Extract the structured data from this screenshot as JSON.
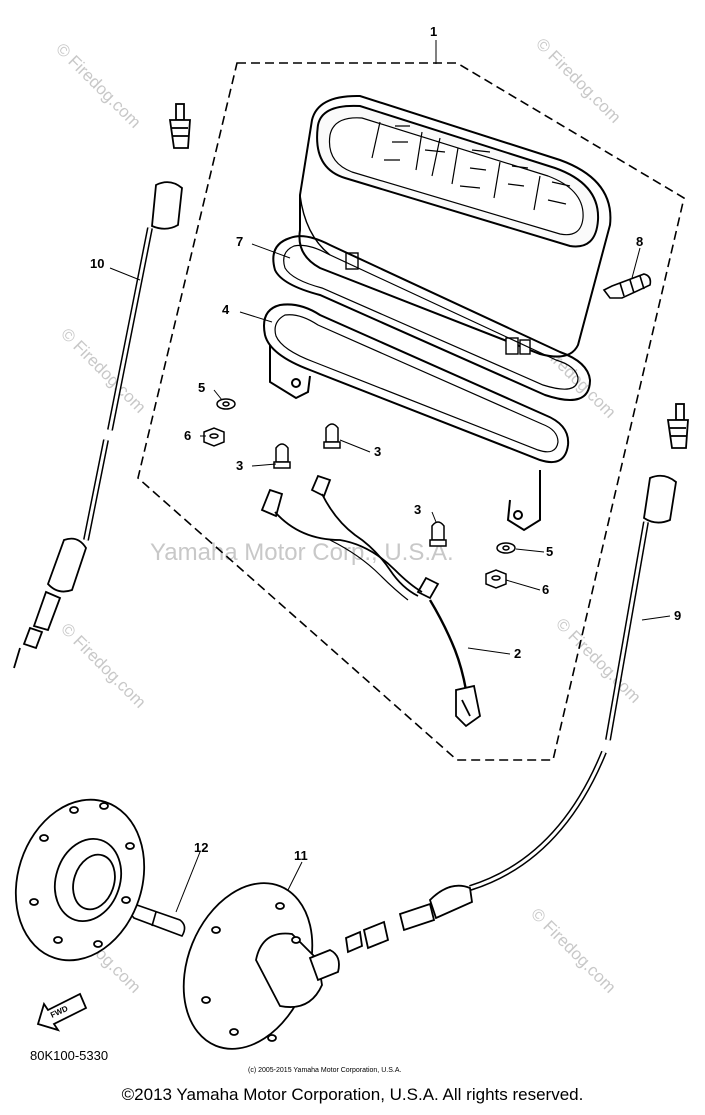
{
  "diagram": {
    "callouts": {
      "c1": "1",
      "c2": "2",
      "c3a": "3",
      "c3b": "3",
      "c3c": "3",
      "c4": "4",
      "c5a": "5",
      "c5b": "5",
      "c6a": "6",
      "c6b": "6",
      "c7": "7",
      "c8": "8",
      "c9": "9",
      "c10": "10",
      "c11": "11",
      "c12": "12"
    },
    "fwd_label": "FWD",
    "diagram_code": "80K100-5330",
    "fine_print": "(c) 2005-2015 Yamaha Motor Corporation, U.S.A."
  },
  "watermarks": {
    "center": "Yamaha Motor Corp., U.S.A.",
    "firedog": "© Firedog.com"
  },
  "footer": {
    "copyright": "©2013 Yamaha Motor Corporation, U.S.A. All rights reserved."
  }
}
